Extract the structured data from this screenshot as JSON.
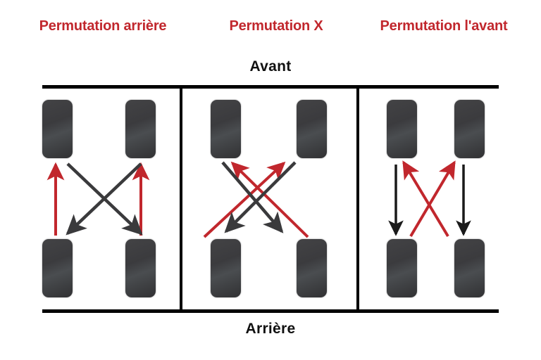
{
  "figure": {
    "axis_labels": {
      "front": "Avant",
      "rear": "Arrière"
    },
    "colors": {
      "title_red": "#c1272d",
      "arrow_red": "#c1272d",
      "arrow_dark": "#3a3a3c",
      "tire_dark": "#3b3b3e",
      "frame_black": "#000000",
      "background": "#ffffff"
    }
  },
  "panels": [
    {
      "id": "rear",
      "title": "Permutation arrière",
      "tires": [
        {
          "name": "front-left",
          "position": "front-left"
        },
        {
          "name": "front-right",
          "position": "front-right"
        },
        {
          "name": "rear-left",
          "position": "rear-left"
        },
        {
          "name": "rear-right",
          "position": "rear-right"
        }
      ],
      "arrows": [
        {
          "name": "rear-left-to-front-left",
          "color": "red",
          "from": "rear-left",
          "to": "front-left",
          "style": "straight-up"
        },
        {
          "name": "rear-right-to-front-right",
          "color": "red",
          "from": "rear-right",
          "to": "front-right",
          "style": "straight-up"
        },
        {
          "name": "front-left-to-rear-right",
          "color": "dark",
          "from": "front-left",
          "to": "rear-right",
          "style": "diagonal"
        },
        {
          "name": "front-right-to-rear-left",
          "color": "dark",
          "from": "front-right",
          "to": "rear-left",
          "style": "diagonal"
        }
      ]
    },
    {
      "id": "x",
      "title": "Permutation X",
      "tires": [
        {
          "name": "front-left",
          "position": "front-left"
        },
        {
          "name": "front-right",
          "position": "front-right"
        },
        {
          "name": "rear-left",
          "position": "rear-left"
        },
        {
          "name": "rear-right",
          "position": "rear-right"
        }
      ],
      "arrows": [
        {
          "name": "rear-left-to-front-right",
          "color": "red",
          "from": "rear-left",
          "to": "front-right",
          "style": "diagonal"
        },
        {
          "name": "rear-right-to-front-left",
          "color": "red",
          "from": "rear-right",
          "to": "front-left",
          "style": "diagonal"
        },
        {
          "name": "front-left-to-rear-right",
          "color": "dark",
          "from": "front-left",
          "to": "rear-right",
          "style": "diagonal"
        },
        {
          "name": "front-right-to-rear-left",
          "color": "dark",
          "from": "front-right",
          "to": "rear-left",
          "style": "diagonal"
        }
      ]
    },
    {
      "id": "front",
      "title": "Permutation l'avant",
      "tires": [
        {
          "name": "front-left",
          "position": "front-left"
        },
        {
          "name": "front-right",
          "position": "front-right"
        },
        {
          "name": "rear-left",
          "position": "rear-left"
        },
        {
          "name": "rear-right",
          "position": "rear-right"
        }
      ],
      "arrows": [
        {
          "name": "front-left-to-rear-left",
          "color": "dark",
          "from": "front-left",
          "to": "rear-left",
          "style": "straight-down"
        },
        {
          "name": "front-right-to-rear-right",
          "color": "dark",
          "from": "front-right",
          "to": "rear-right",
          "style": "straight-down"
        },
        {
          "name": "rear-left-to-front-right",
          "color": "red",
          "from": "rear-left",
          "to": "front-right",
          "style": "diagonal"
        },
        {
          "name": "rear-right-to-front-left",
          "color": "red",
          "from": "rear-right",
          "to": "front-left",
          "style": "diagonal"
        }
      ]
    }
  ]
}
